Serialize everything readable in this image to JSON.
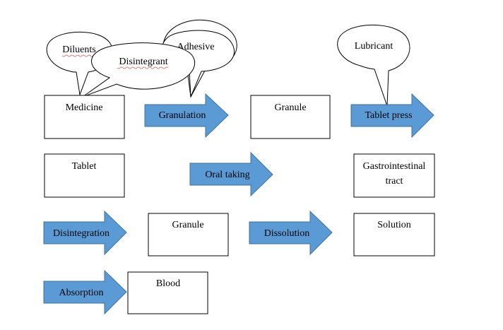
{
  "boxes": {
    "medicine": "Medicine",
    "granule_top": "Granule",
    "tablet": "Tablet",
    "gi_tract_line1": "Gastrointestinal",
    "gi_tract_line2": "tract",
    "granule_mid": "Granule",
    "solution": "Solution",
    "blood": "Blood"
  },
  "arrows": {
    "granulation": "Granulation",
    "tablet_press": "Tablet press",
    "oral_taking": "Oral taking",
    "disintegration": "Disintegration",
    "dissolution": "Dissolution",
    "absorption": "Absorption"
  },
  "callouts": {
    "diluents": "Diluents",
    "adhesive": "Adhesive",
    "disintegrant": "Disintegrant",
    "lubricant": "Lubricant"
  },
  "colors": {
    "arrow_fill": "#5b9bd5",
    "arrow_stroke": "#41719c",
    "spellcheck_underline": "#d9534f"
  }
}
